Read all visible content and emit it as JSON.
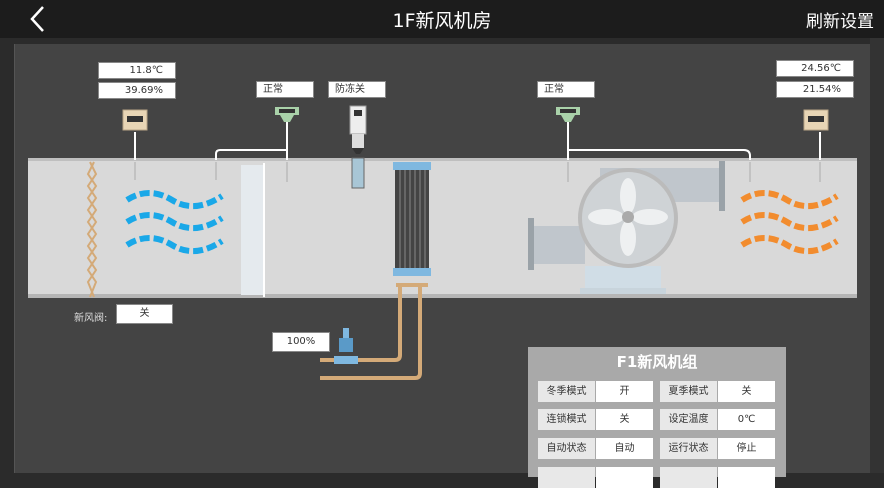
{
  "header": {
    "title": "1F新风机房",
    "refresh_label": "刷新设置",
    "back_icon": "chevron-left-icon"
  },
  "sensors": {
    "inlet_temp": "11.8℃",
    "inlet_humidity": "39.69%",
    "filter1_status": "正常",
    "antifreeze_status": "防冻关",
    "filter2_status": "正常",
    "outlet_temp": "24.56℃",
    "outlet_humidity": "21.54%",
    "fresh_air_valve_label": "新风阀:",
    "fresh_air_valve_value": "关",
    "water_valve_opening": "100%"
  },
  "colors": {
    "cold_airflow": "#1aa8e8",
    "warm_airflow": "#f28c2e",
    "pipe": "#d4aa78"
  },
  "unit": {
    "title": "F1新风机组",
    "rows": [
      [
        {
          "k": "冬季模式",
          "v": "开"
        },
        {
          "k": "夏季模式",
          "v": "关"
        }
      ],
      [
        {
          "k": "连锁模式",
          "v": "关"
        },
        {
          "k": "设定温度",
          "v": "0℃"
        }
      ],
      [
        {
          "k": "自动状态",
          "v": "自动"
        },
        {
          "k": "运行状态",
          "v": "停止"
        }
      ],
      [
        {
          "k": "",
          "v": ""
        },
        {
          "k": "",
          "v": ""
        }
      ]
    ]
  }
}
